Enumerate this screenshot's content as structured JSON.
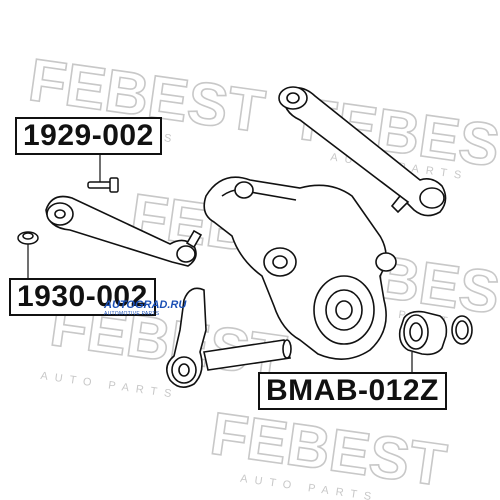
{
  "parts": [
    {
      "id": "part-1929",
      "label": "1929-002"
    },
    {
      "id": "part-1930",
      "label": "1930-002"
    },
    {
      "id": "part-bmab",
      "label": "BMAB-012Z"
    }
  ],
  "watermark": {
    "brand": "FEBEST",
    "tagline": "AUTO PARTS"
  },
  "logo": {
    "name": "AUTOGRAD.RU",
    "sub": "AUTOMOTIVE PARTS"
  },
  "colors": {
    "ink": "#111111",
    "watermark": "#c8c8c8",
    "logo": "#1a4fb5",
    "logo_accent": "#e03020"
  }
}
